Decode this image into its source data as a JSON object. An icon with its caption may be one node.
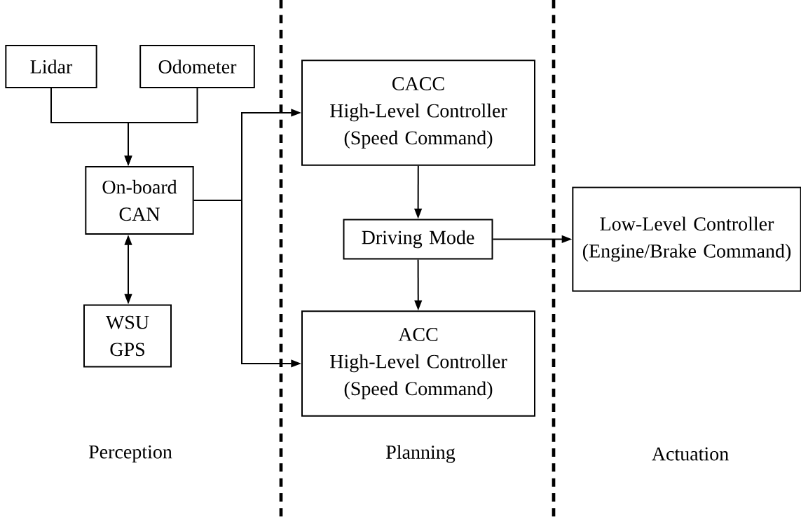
{
  "diagram": {
    "nodes": [
      {
        "text": [
          "Lidar"
        ]
      },
      {
        "text": [
          "Odometer"
        ]
      },
      {
        "text": [
          "On-board CAN"
        ]
      },
      {
        "text": [
          "WSU GPS"
        ]
      },
      {
        "text": [
          "CACC",
          "High-Level Controller (Speed Command)"
        ]
      },
      {
        "text": [
          "Driving Mode"
        ]
      },
      {
        "text": [
          "Low-Level Controller (Engine/Brake Command)"
        ]
      },
      {
        "text": [
          "ACC",
          "High-Level Controller (Speed Command)"
        ]
      }
    ],
    "edges": [
      {
        "from": 0,
        "to": 2,
        "arrow": "to"
      },
      {
        "from": 1,
        "to": 2,
        "arrow": "to"
      },
      {
        "from": 2,
        "to": 3,
        "arrow": "both"
      },
      {
        "from": 2,
        "to": 4,
        "arrow": "to"
      },
      {
        "from": 2,
        "to": 7,
        "arrow": "to"
      },
      {
        "from": 4,
        "to": 5,
        "arrow": "to"
      },
      {
        "from": 5,
        "to": 6,
        "arrow": "to"
      },
      {
        "from": 5,
        "to": 7,
        "arrow": "to"
      }
    ],
    "labels": [
      "Perception",
      "Planning",
      "Actuation"
    ]
  }
}
